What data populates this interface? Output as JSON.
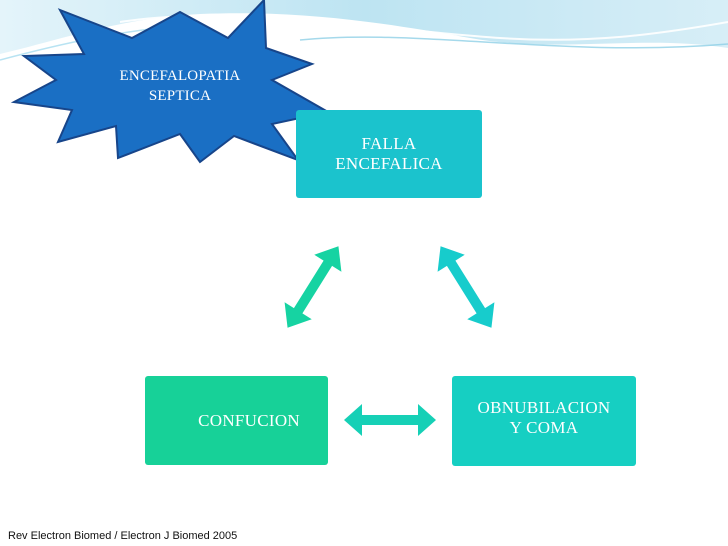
{
  "diagram": {
    "title_burst": {
      "text": "ENCEFALOPATIA\nSEPTICA",
      "color": "#1a6fc4"
    },
    "nodes": [
      {
        "id": "falla",
        "label": "FALLA\nENCEFALICA",
        "color": "#1bc3cd"
      },
      {
        "id": "confucion",
        "label": "CONFUCION",
        "color": "#17d198"
      },
      {
        "id": "obnubilacion",
        "label": "OBNUBILACION\nY COMA",
        "color": "#16cfc2"
      }
    ],
    "connectors": [
      {
        "from": "confucion",
        "to": "falla",
        "style": "double-arrow"
      },
      {
        "from": "falla",
        "to": "obnubilacion",
        "style": "double-arrow"
      },
      {
        "from": "confucion",
        "to": "obnubilacion",
        "style": "double-arrow"
      }
    ]
  },
  "footer": {
    "citation": "Rev Electron Biomed / Electron J Biomed 2005"
  }
}
